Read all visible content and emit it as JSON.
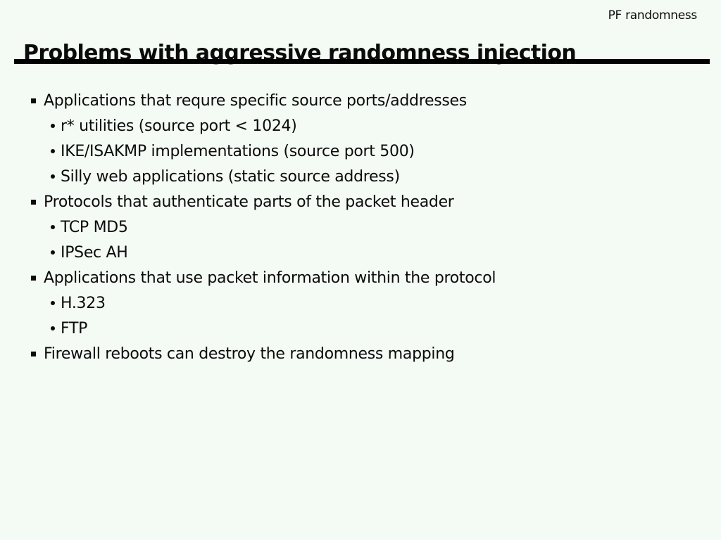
{
  "slide": {
    "corner_label": "PF randomness",
    "title": "Problems with aggressive randomness injection",
    "bullets": [
      {
        "level": 1,
        "text": "Applications that requre specific source ports/addresses"
      },
      {
        "level": 2,
        "text": "r* utilities (source port < 1024)"
      },
      {
        "level": 2,
        "text": "IKE/ISAKMP implementations (source port 500)"
      },
      {
        "level": 2,
        "text": "Silly web applications (static source address)"
      },
      {
        "level": 1,
        "text": "Protocols that authenticate parts of the packet header"
      },
      {
        "level": 2,
        "text": "TCP MD5"
      },
      {
        "level": 2,
        "text": "IPSec AH"
      },
      {
        "level": 1,
        "text": "Applications that use packet information within the protocol"
      },
      {
        "level": 2,
        "text": "H.323"
      },
      {
        "level": 2,
        "text": "FTP"
      },
      {
        "level": 1,
        "text": "Firewall reboots can destroy the randomness mapping"
      }
    ]
  },
  "colors": {
    "background": "#f4faf4",
    "text": "#0b0b0b",
    "rule": "#000000"
  }
}
